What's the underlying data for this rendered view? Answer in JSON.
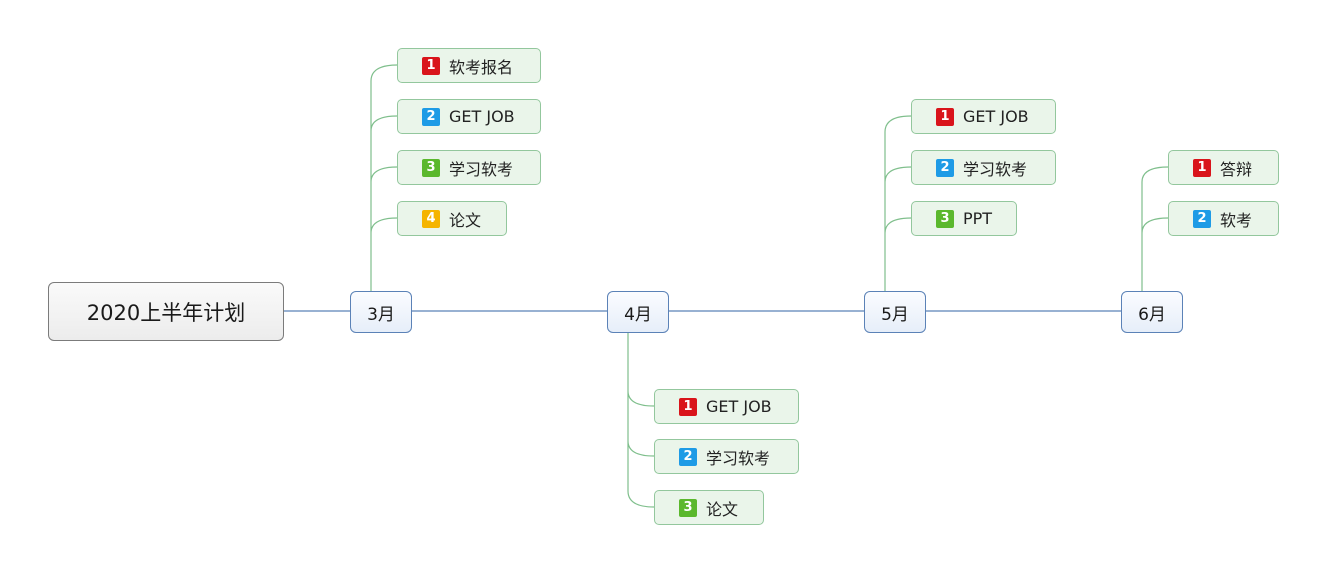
{
  "title": "2020上半年计划",
  "months": [
    {
      "label": "3月",
      "tasks": [
        {
          "priority": "1",
          "text": "软考报名",
          "color": "#d9141b"
        },
        {
          "priority": "2",
          "text": "GET JOB",
          "color": "#1e9be6"
        },
        {
          "priority": "3",
          "text": "学习软考",
          "color": "#5bb82d"
        },
        {
          "priority": "4",
          "text": "论文",
          "color": "#f5b400"
        }
      ]
    },
    {
      "label": "4月",
      "tasks": [
        {
          "priority": "1",
          "text": "GET JOB",
          "color": "#d9141b"
        },
        {
          "priority": "2",
          "text": "学习软考",
          "color": "#1e9be6"
        },
        {
          "priority": "3",
          "text": "论文",
          "color": "#5bb82d"
        }
      ]
    },
    {
      "label": "5月",
      "tasks": [
        {
          "priority": "1",
          "text": "GET JOB",
          "color": "#d9141b"
        },
        {
          "priority": "2",
          "text": "学习软考",
          "color": "#1e9be6"
        },
        {
          "priority": "3",
          "text": "PPT",
          "color": "#5bb82d"
        }
      ]
    },
    {
      "label": "6月",
      "tasks": [
        {
          "priority": "1",
          "text": "答辩",
          "color": "#d9141b"
        },
        {
          "priority": "2",
          "text": "软考",
          "color": "#1e9be6"
        }
      ]
    }
  ],
  "colors": {
    "timeline_line": "#5b82b7",
    "branch_line": "#7fbf8c",
    "task_border": "#93c79d",
    "task_fill": "#eaf5ea"
  }
}
